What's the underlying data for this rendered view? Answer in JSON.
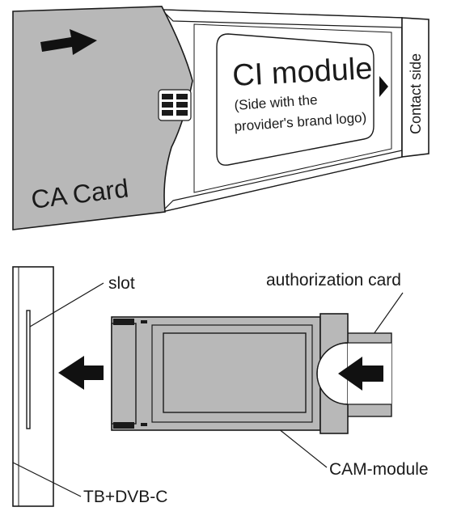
{
  "top_figure": {
    "ca_card_label": "CA Card",
    "ci_module_title": "CI module",
    "ci_module_note_line1": "(Side with the",
    "ci_module_note_line2": "provider's brand logo)",
    "contact_side_label": "Contact side"
  },
  "bottom_figure": {
    "slot_label": "slot",
    "authorization_card_label": "authorization card",
    "cam_module_label": "CAM-module",
    "tv_label": "TB+DVB-C"
  },
  "colors": {
    "card_gray": "#b8b8b8",
    "line": "#1a1a1a",
    "arrow": "#111111"
  },
  "icons": [
    "insert-arrow-icon",
    "contact-arrow-icon",
    "chip-icon"
  ]
}
